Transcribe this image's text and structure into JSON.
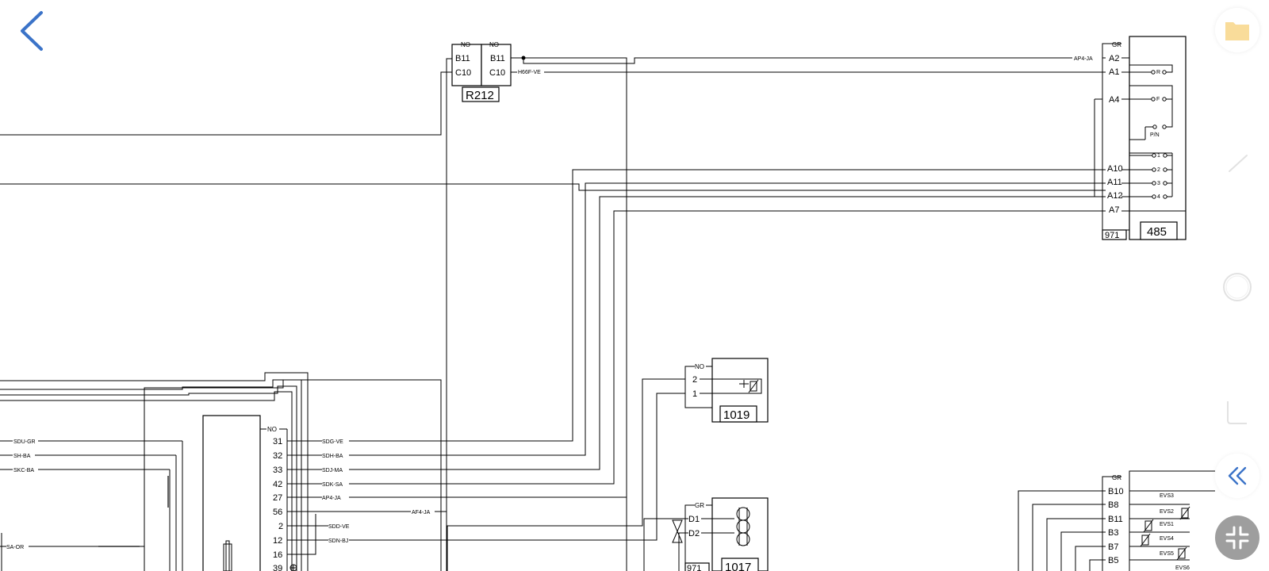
{
  "toolbar": {
    "back_icon": "chevron-left-icon",
    "folder_icon": "folder-icon",
    "pen_icon": "pen-icon",
    "circle_icon": "circle-icon",
    "rectangle_icon": "rectangle-icon",
    "collapse_icon": "double-chevron-left-icon",
    "exit_fullscreen_icon": "exit-fullscreen-icon",
    "accent_color": "#3b73c8",
    "folder_color": "#f9dc9a"
  },
  "diagram": {
    "r212": {
      "label": "R212",
      "left_header": "NO",
      "right_header": "NO",
      "left_pins": [
        "B11",
        "C10"
      ],
      "right_pins": [
        "B11",
        "C10"
      ],
      "c10_wire": "H66F-VE"
    },
    "c485": {
      "label": "485",
      "sub_label": "971",
      "header": "GR",
      "pins": [
        "A2",
        "A1",
        "A4",
        "A10",
        "A11",
        "A12",
        "A7"
      ],
      "a2_wire": "AP4-JA",
      "switch_labels": [
        "R",
        "F",
        "P/N",
        "1",
        "2",
        "3",
        "4"
      ]
    },
    "c1019": {
      "label": "1019",
      "header": "NO",
      "pins": [
        "2",
        "1"
      ]
    },
    "c1017": {
      "label": "1017",
      "sub_label": "971",
      "header": "GR",
      "pins": [
        "D1",
        "D2"
      ]
    },
    "ecu": {
      "header": "NO",
      "pins": [
        "31",
        "32",
        "33",
        "42",
        "27",
        "56",
        "2",
        "12",
        "16",
        "39"
      ],
      "wires": [
        "SDG-VE",
        "SDH-BA",
        "SDJ-MA",
        "SDK-SA",
        "AP4-JA",
        "AF4-JA",
        "SDD-VE",
        "SDN-BJ"
      ]
    },
    "left_wires": [
      "SDU-GR",
      "SH-BA",
      "SKC-BA",
      "SA-OR"
    ],
    "valves": {
      "header": "GR",
      "pins": [
        "B10",
        "B8",
        "B11",
        "B3",
        "B7",
        "B5"
      ],
      "labels": [
        "EVS3",
        "EVS2",
        "EVS1",
        "EVS4",
        "EVS5",
        "EVS6"
      ]
    }
  }
}
